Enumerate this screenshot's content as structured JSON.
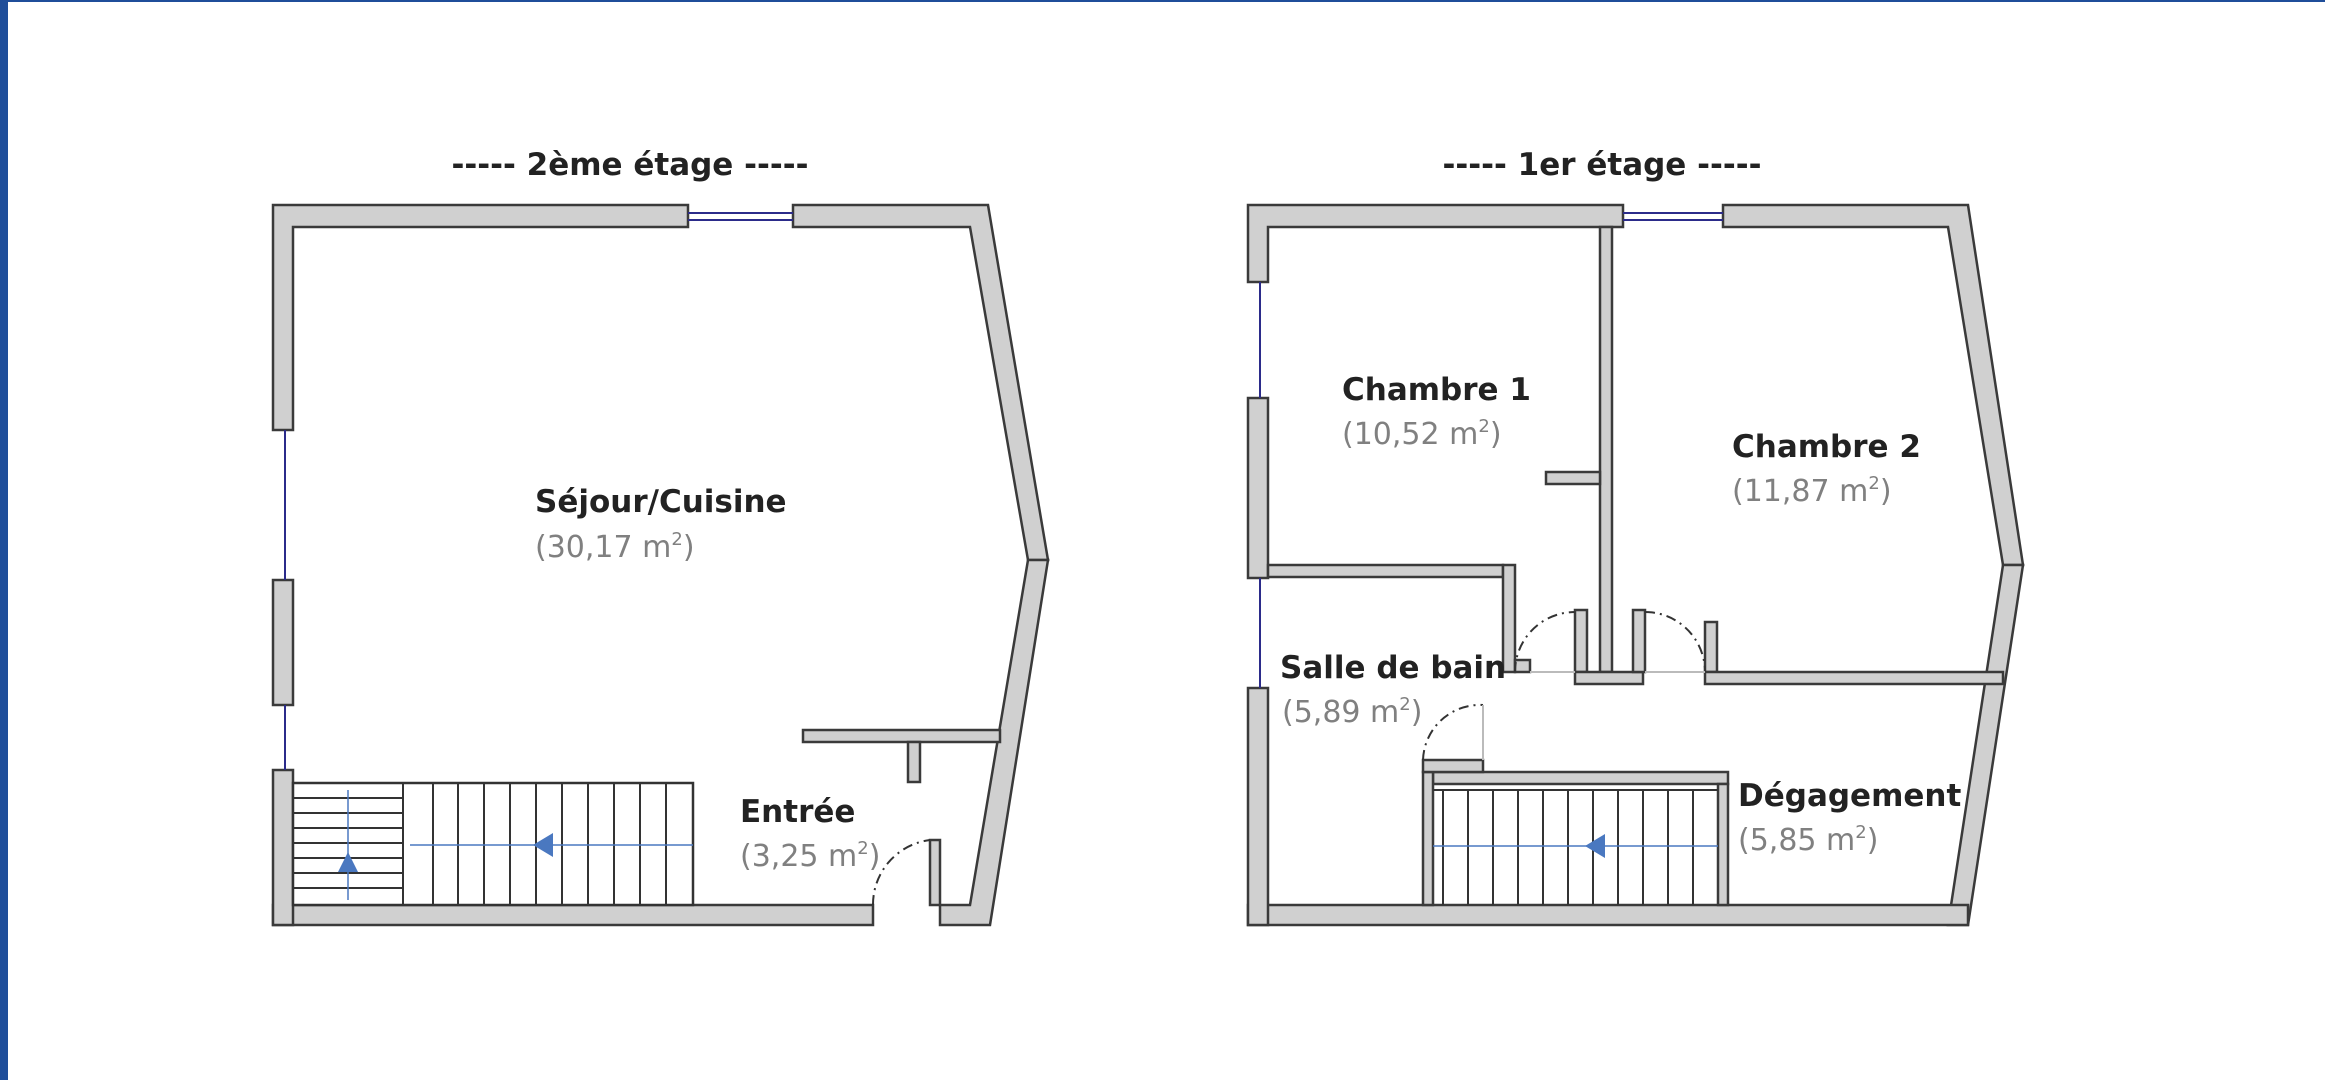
{
  "floors": {
    "left": {
      "title": "----- 2ème étage -----",
      "rooms": [
        {
          "name": "Séjour/Cuisine",
          "area": "(30,17 m",
          "sup": "2",
          "close": ")"
        },
        {
          "name": "Entrée",
          "area": "(3,25 m",
          "sup": "2",
          "close": ")"
        }
      ]
    },
    "right": {
      "title": "----- 1er étage -----",
      "rooms": [
        {
          "name": "Chambre 1",
          "area": "(10,52 m",
          "sup": "2",
          "close": ")"
        },
        {
          "name": "Chambre 2",
          "area": "(11,87 m",
          "sup": "2",
          "close": ")"
        },
        {
          "name": "Salle de bain",
          "area": "(5,89 m",
          "sup": "2",
          "close": ")"
        },
        {
          "name": "Dégagement",
          "area": "(5,85 m",
          "sup": "2",
          "close": ")"
        }
      ]
    }
  },
  "colors": {
    "frame": "#1f4e9a",
    "wall_fill": "#d0d0d0",
    "window": "#2b2b8a",
    "stair_arrow": "#4a78c0"
  }
}
